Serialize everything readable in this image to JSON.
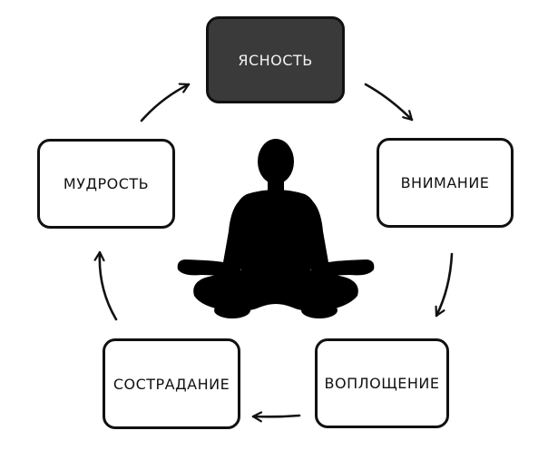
{
  "diagram": {
    "nodes": {
      "clarity": "ЯСНОСТЬ",
      "attention": "ВНИМАНИЕ",
      "embodiment": "ВОПЛОЩЕНИЕ",
      "compassion": "СОСТРАДАНИЕ",
      "wisdom": "МУДРОСТЬ"
    },
    "cycle_order": [
      "clarity",
      "attention",
      "embodiment",
      "compassion",
      "wisdom"
    ],
    "center_figure": "meditating-person-icon",
    "colors": {
      "highlight_fill": "#3a3a3a",
      "highlight_text": "#f2f2f2",
      "stroke": "#111111",
      "figure": "#000000"
    }
  }
}
